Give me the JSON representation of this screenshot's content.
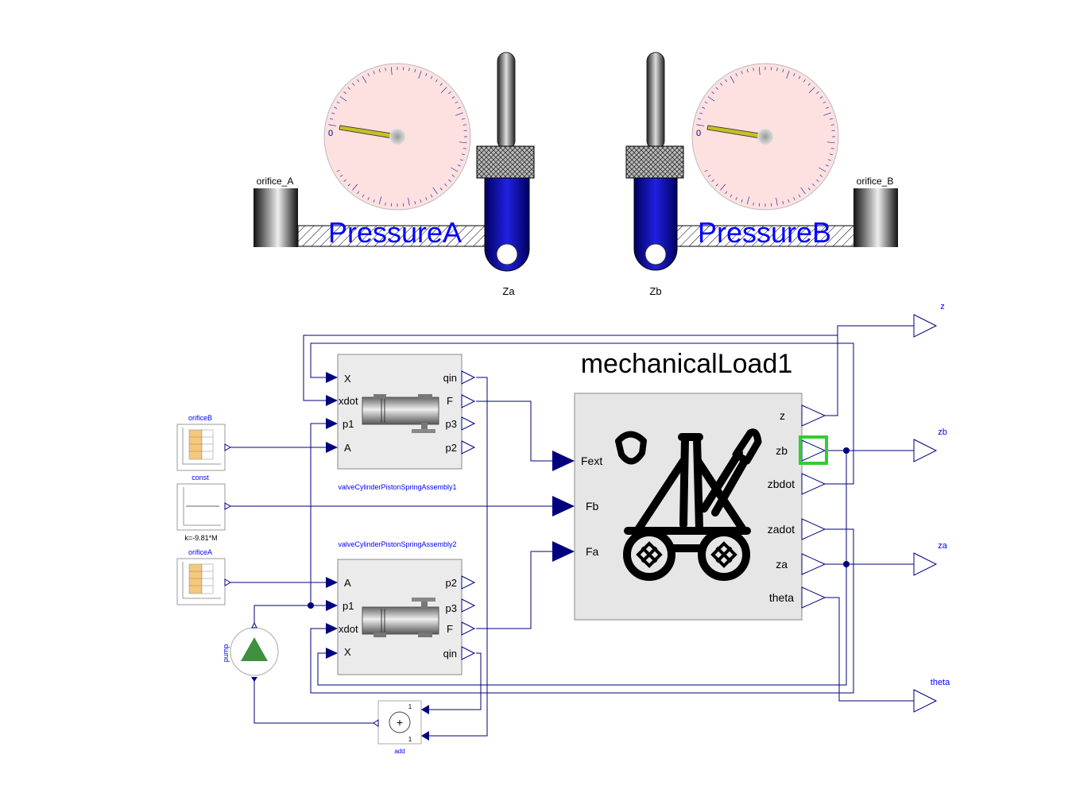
{
  "top": {
    "orifice_a_label": "orifice_A",
    "orifice_b_label": "orifice_B",
    "pressure_a": "PressureA",
    "pressure_b": "PressureB",
    "gauge_zero": "0",
    "za_label": "Za",
    "zb_label": "Zb"
  },
  "mech": {
    "title": "mechanicalLoad1",
    "inputs": [
      "Fext",
      "Fb",
      "Fa"
    ],
    "outputs": [
      "z",
      "zb",
      "zbdot",
      "zadot",
      "za",
      "theta"
    ]
  },
  "valve1": {
    "label": "valveCylinderPistonSpringAssembly1",
    "left_ports": [
      "X",
      "xdot",
      "p1",
      "A"
    ],
    "right_ports": [
      "qin",
      "F",
      "p3",
      "p2"
    ]
  },
  "valve2": {
    "label": "valveCylinderPistonSpringAssembly2",
    "left_ports": [
      "A",
      "p1",
      "xdot",
      "X"
    ],
    "right_ports": [
      "p2",
      "p3",
      "F",
      "qin"
    ]
  },
  "sources": {
    "orificeB": "orificeB",
    "const": "const",
    "const_k": "k=-9.81*M",
    "orificeA": "orificeA",
    "pump": "pump",
    "add": "add",
    "add_plus": "+",
    "add_gain1": "1",
    "add_gain2": "1"
  },
  "outputs": {
    "z": "z",
    "zb": "zb",
    "za": "za",
    "theta": "theta"
  },
  "colors": {
    "wire": "#00007f",
    "label_blue": "#0000ff",
    "gauge_face": "#fde0e0",
    "piston_blue": "#0000a0",
    "select_green": "#33cc33",
    "pump_green": "#3f8f3f",
    "table_orange": "#f5c87a"
  },
  "icons": [
    "catapult-icon",
    "valve-cylinder-icon",
    "pressure-gauge-icon",
    "piston-icon",
    "triangle-output-icon"
  ]
}
